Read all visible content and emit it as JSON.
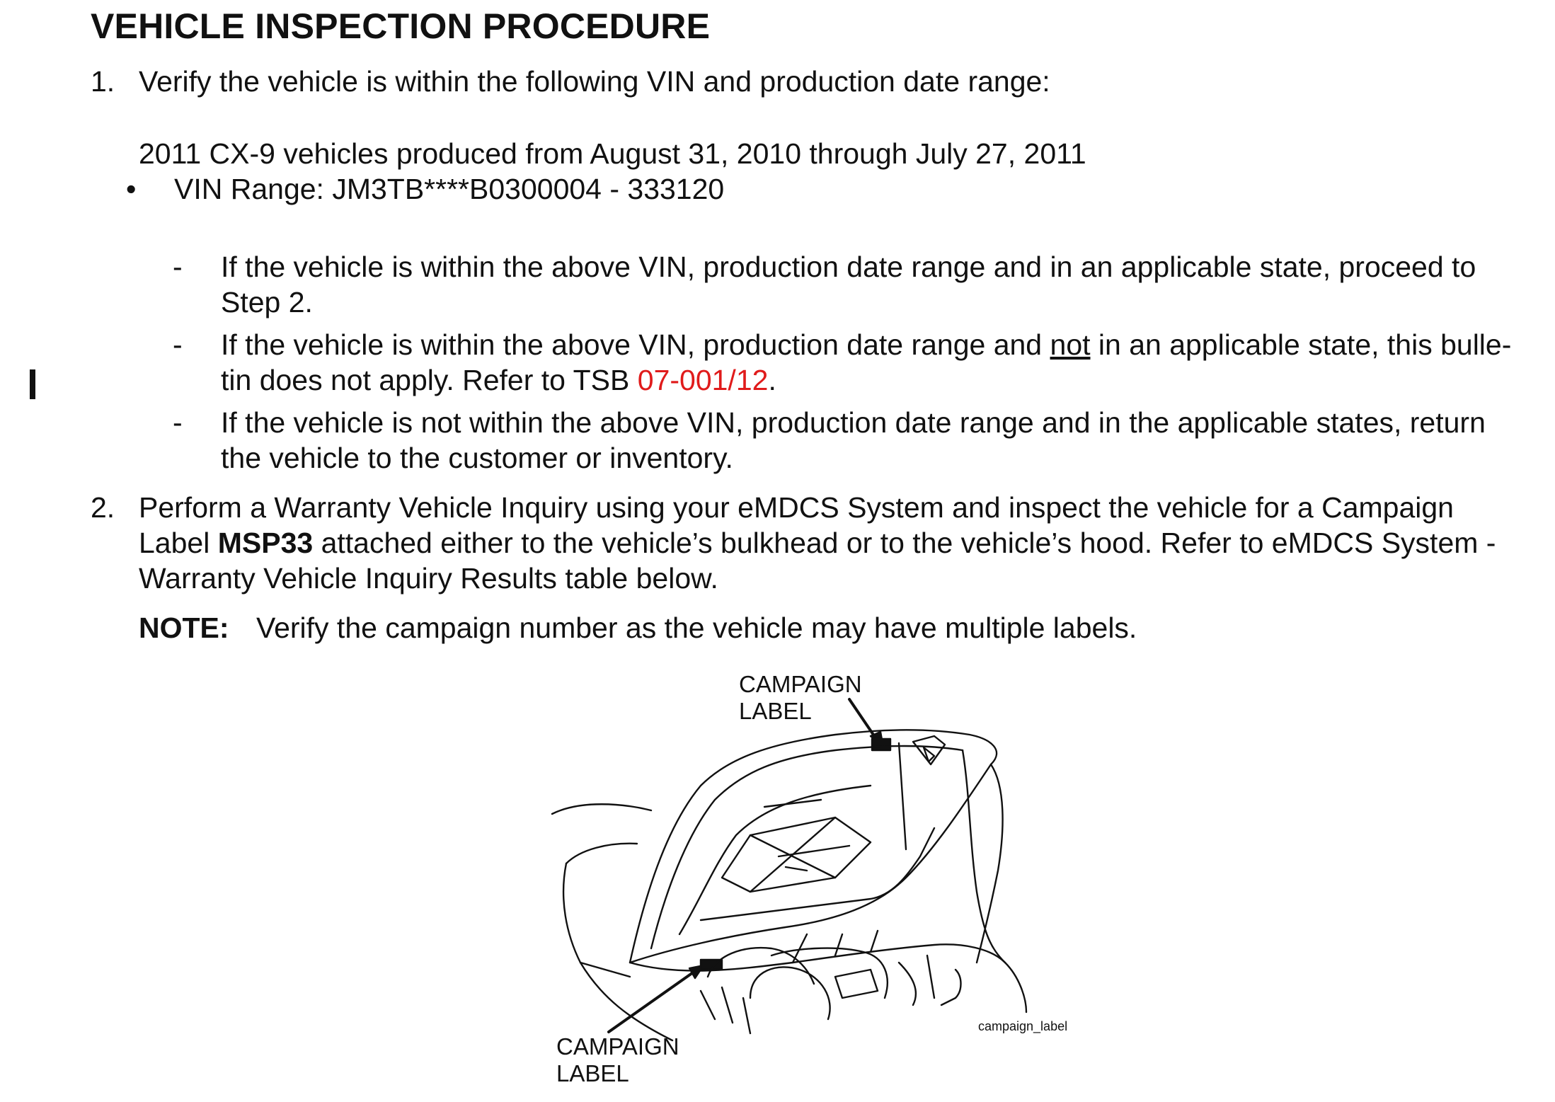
{
  "title": "VEHICLE INSPECTION PROCEDURE",
  "step1": {
    "number": "1.",
    "text": "Verify the vehicle is within the following VIN and production date range:",
    "range_text": "2011 CX-9 vehicles produced from August 31, 2010 through July 27, 2011",
    "bullet": "•",
    "vin_range": "VIN Range: JM3TB****B0300004 - 333120",
    "dash": "-",
    "cond1_line1": "If the vehicle is within the above VIN, production date range and in an applicable state, proceed to",
    "cond1_line2": "Step 2.",
    "cond2_line1_a": "If the vehicle is within the above VIN, production date range and ",
    "cond2_line1_not": "not",
    "cond2_line1_b": " in an applicable state, this bulle-",
    "cond2_line2_a": "tin does not apply. Refer to TSB ",
    "cond2_link": "07-001/12",
    "cond2_line2_b": ".",
    "cond3_line1": "If the vehicle is not within the above VIN, production date range and in the applicable states, return",
    "cond3_line2": "the vehicle to the customer or inventory."
  },
  "step2": {
    "number": "2.",
    "line1": "Perform a Warranty Vehicle Inquiry using your eMDCS System and inspect the vehicle for a Campaign",
    "line2_a": "Label ",
    "line2_bold": "MSP33",
    "line2_b": " attached either to the vehicle’s bulkhead or to the vehicle’s hood. Refer to eMDCS System -",
    "line3": "Warranty Vehicle Inquiry Results table below."
  },
  "note": {
    "label": "NOTE:",
    "text": "Verify the campaign number as the vehicle may have multiple labels."
  },
  "figure": {
    "top_label_1": "CAMPAIGN",
    "top_label_2": "LABEL",
    "bottom_label_1": "CAMPAIGN",
    "bottom_label_2": "LABEL",
    "caption": "campaign_label"
  }
}
